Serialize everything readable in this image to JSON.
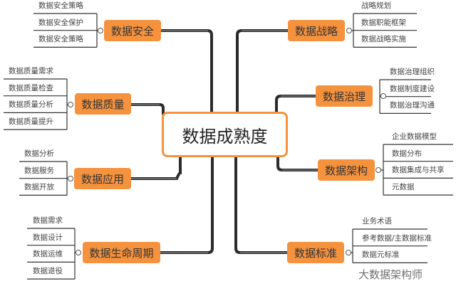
{
  "center": "数据成熟度",
  "topics": [
    {
      "label": "数据安全",
      "items": [
        "数据安全策略",
        "数据安全保护",
        "数据安全策略"
      ]
    },
    {
      "label": "数据质量",
      "items": [
        "数据质量需求",
        "数据质量检查",
        "数据质量分析",
        "数据质量提升"
      ]
    },
    {
      "label": "数据应用",
      "items": [
        "数据分析",
        "数据服务",
        "数据开放"
      ]
    },
    {
      "label": "数据生命周期",
      "items": [
        "数据需求",
        "数据设计",
        "数据运维",
        "数据退役"
      ]
    },
    {
      "label": "数据战略",
      "items": [
        "战略规划",
        "数据职能框架",
        "数据战略实施"
      ]
    },
    {
      "label": "数据治理",
      "items": [
        "数据治理组织",
        "数据制度建设",
        "数据治理沟通"
      ]
    },
    {
      "label": "数据架构",
      "items": [
        "企业数据模型",
        "数据分布",
        "数据集成与共享",
        "元数据"
      ]
    },
    {
      "label": "数据标准",
      "items": [
        "业务术语",
        "参考数据/主数据标准",
        "数据元标准"
      ]
    }
  ],
  "watermark": "大数据架构师",
  "colors": {
    "topic": "#f5923e",
    "line": "#2b2b2b"
  }
}
